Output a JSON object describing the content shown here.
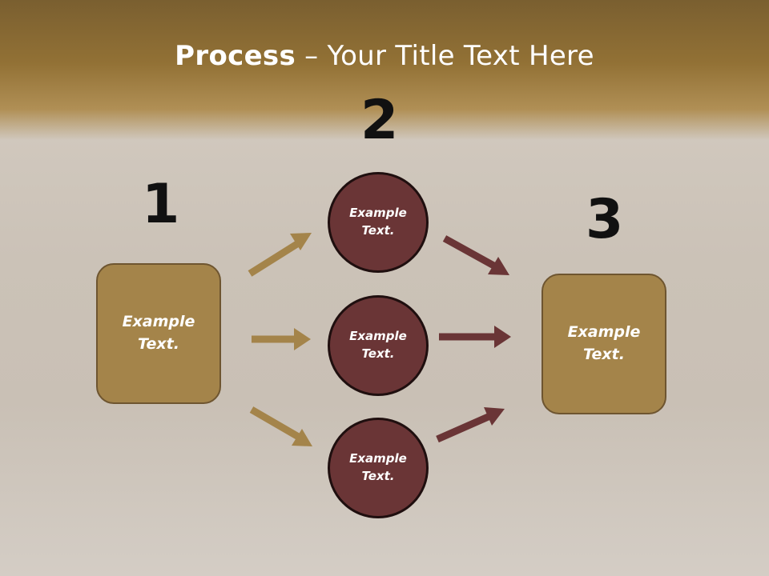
{
  "title": {
    "bold": "Process",
    "rest": " – Your Title Text Here"
  },
  "steps": {
    "step1": {
      "number": "1",
      "text": "Example\nText."
    },
    "step2": {
      "number": "2",
      "items": [
        {
          "text": "Example\nText."
        },
        {
          "text": "Example\nText."
        },
        {
          "text": "Example\nText."
        }
      ]
    },
    "step3": {
      "number": "3",
      "text": "Example\nText."
    }
  },
  "colors": {
    "box_fill": "#a4844a",
    "circle_fill": "#6a3536",
    "gold_arrow": "#a4844a",
    "maroon_arrow": "#6a3536",
    "title_band": "#8e6d35"
  }
}
